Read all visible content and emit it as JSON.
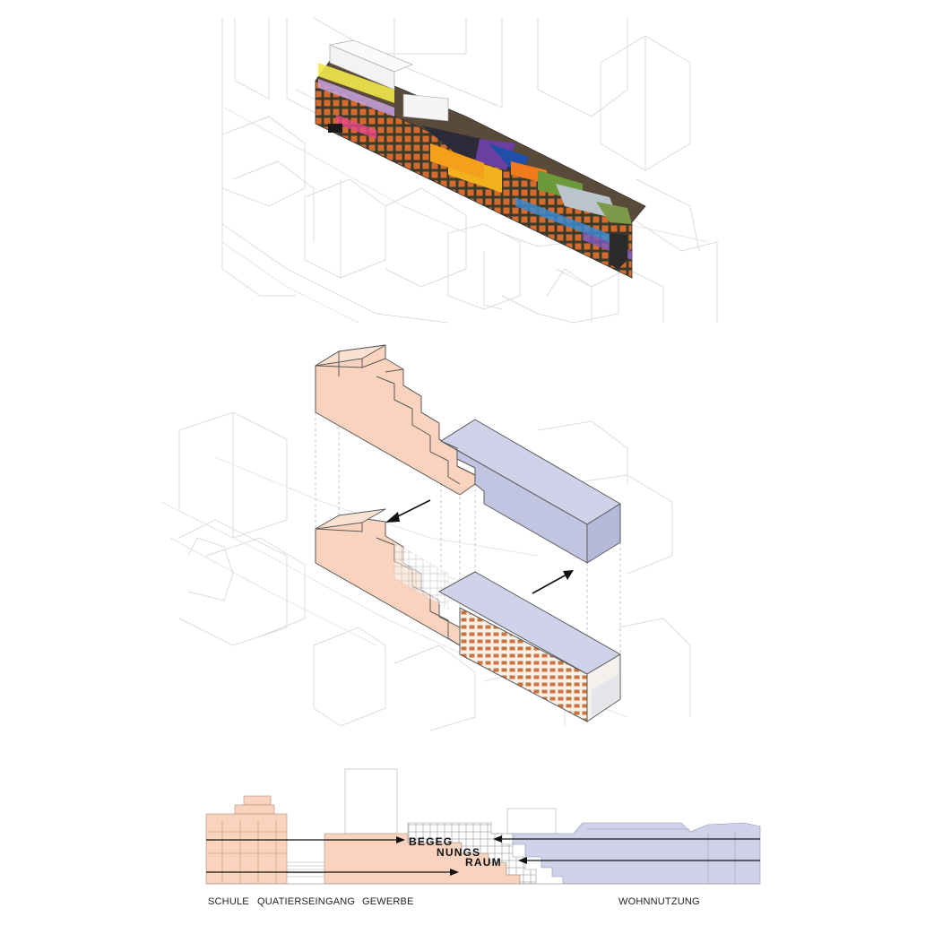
{
  "colors": {
    "school_salmon": "#f9d3bd",
    "housing_lavender": "#cfd2e9",
    "context_line": "#dcdcdc",
    "arrow": "#111111"
  },
  "section": {
    "meeting_space_lines": [
      "BEGEG",
      "NUNGS",
      "RAUM"
    ],
    "labels": {
      "schule": "SCHULE",
      "quartierseingang": "QUATIERSEINGANG",
      "gewerbe": "GEWERBE",
      "wohnnutzung": "WOHNNUTZUNG"
    }
  }
}
